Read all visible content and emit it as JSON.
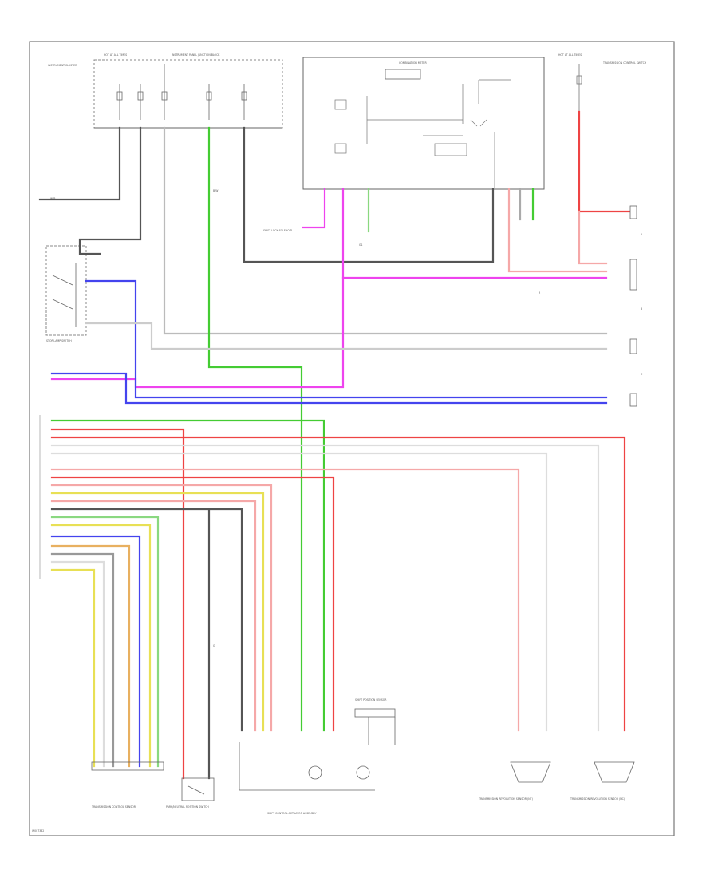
{
  "colors": {
    "black": "#555555",
    "green": "#44cc33",
    "magenta": "#ee44ee",
    "blue": "#4444ee",
    "red": "#ee4444",
    "pink": "#f5a8a8",
    "white": "#cccccc",
    "gray": "#999999",
    "yellow": "#e8e055",
    "orange": "#e8b060",
    "violet": "#bb77ee"
  },
  "labels": {
    "fuse_box_top": "HOT AT ALL TIMES",
    "junction_box": "INSTRUMENT PANEL JUNCTION BLOCK",
    "left_module": "INSTRUMENT CLUSTER",
    "center_module": "COMBINATION METER",
    "right_fuse": "HOT AT ALL TIMES",
    "right_module": "TRANSMISSION CONTROL SWITCH",
    "shift_lock": "SHIFT LOCK SOLENOID",
    "stop_switch": "STOP LAMP SWITCH",
    "ground_g1": "G1",
    "conn_a": "A",
    "conn_b": "B",
    "conn_c": "C",
    "bottom_1": "TRANSMISSION CONTROL SENSOR",
    "bottom_2": "PARK/NEUTRAL POSITION SWITCH",
    "bottom_3": "SHIFT CONTROL ACTUATOR ASSEMBLY",
    "bottom_4": "SHIFT POSITION SENSOR",
    "bottom_5": "TRANSMISSION REVOLUTION SENSOR (NT)",
    "bottom_6": "TRANSMISSION REVOLUTION SENSOR (NC)",
    "footer_code": "W007382",
    "wire_tag_1": "B/W",
    "wire_tag_2": "G",
    "wire_tag_3": "R",
    "wire_tag_4": "W/B"
  }
}
